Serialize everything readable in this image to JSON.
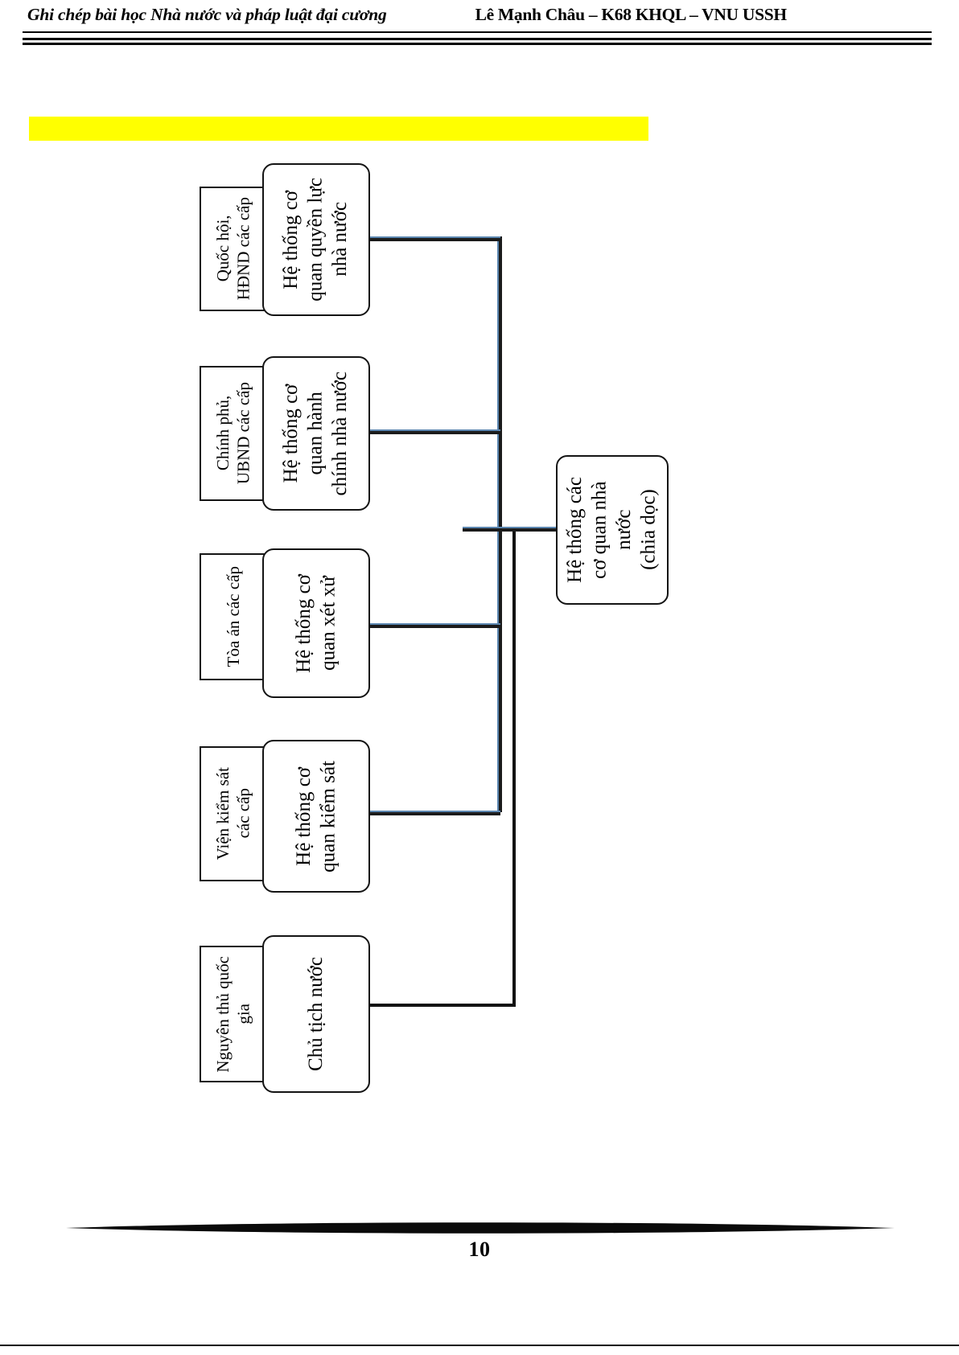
{
  "header": {
    "left_title": "Ghi chép bài học Nhà nước và pháp luật đại cương",
    "right_title": "Lê Mạnh Châu – K68 KHQL – VNU USSH"
  },
  "highlight": {
    "text": ""
  },
  "diagram": {
    "title": "Hệ thống các cơ quan nhà nước (chia dọc)",
    "root": {
      "label": "Hệ thống các\ncơ quan nhà\nnước\n(chia dọc)"
    },
    "branches": [
      {
        "main_label": "Hệ thống cơ\nquan quyền lực\nnhà nước",
        "sub_label": "Quốc hội,\nHĐND các cấp"
      },
      {
        "main_label": "Hệ thống cơ\nquan hành\nchính nhà nước",
        "sub_label": "Chính phủ,\nUBND các cấp"
      },
      {
        "main_label": "Hệ thống cơ\nquan xét xử",
        "sub_label": "Tòa án các cấp"
      },
      {
        "main_label": "Hệ thống cơ\nquan kiểm sát",
        "sub_label": "Viện kiểm sát\ncác cấp"
      },
      {
        "main_label": "Chủ tịch nước",
        "sub_label": "Nguyên thủ quốc\ngia"
      }
    ]
  },
  "footer": {
    "page_number": "10"
  },
  "colors": {
    "highlight": "#ffff00",
    "connector_accent": "#5b86b0",
    "connector_line": "#1b1b1b",
    "box_border": "#141414",
    "text": "#000000"
  }
}
